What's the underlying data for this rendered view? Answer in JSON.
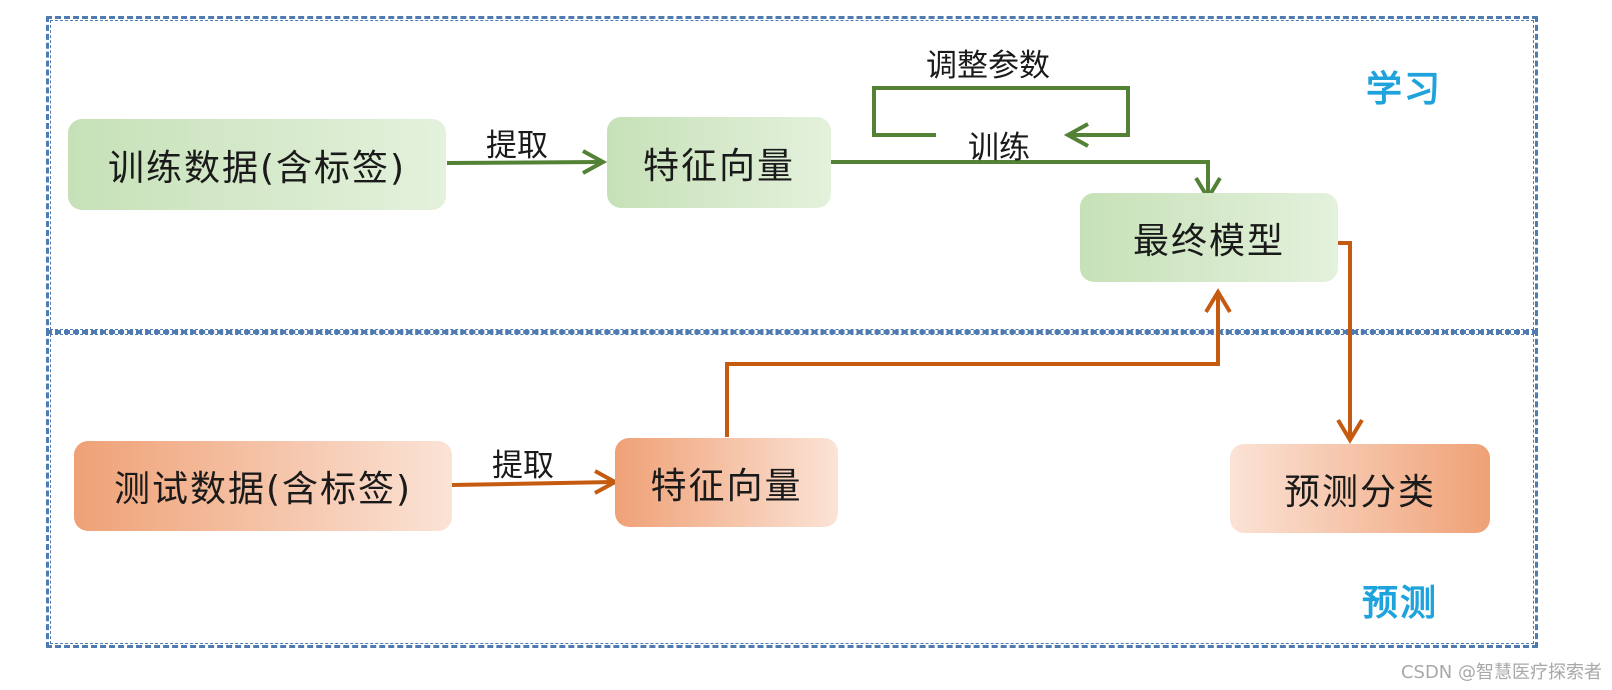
{
  "regions": {
    "learning": "学习",
    "prediction": "预测"
  },
  "nodes": {
    "train_data": "训练数据(含标签)",
    "train_features": "特征向量",
    "final_model": "最终模型",
    "test_data": "测试数据(含标签)",
    "test_features": "特征向量",
    "predict_class": "预测分类"
  },
  "edges": {
    "extract_train": "提取",
    "adjust_params": "调整参数",
    "train": "训练",
    "extract_test": "提取"
  },
  "colors": {
    "green_line": "#538135",
    "orange_line": "#c55a11",
    "region_border": "#4f7bb0",
    "region_label": "#1fa3dd"
  },
  "watermark": "CSDN @智慧医疗探索者"
}
